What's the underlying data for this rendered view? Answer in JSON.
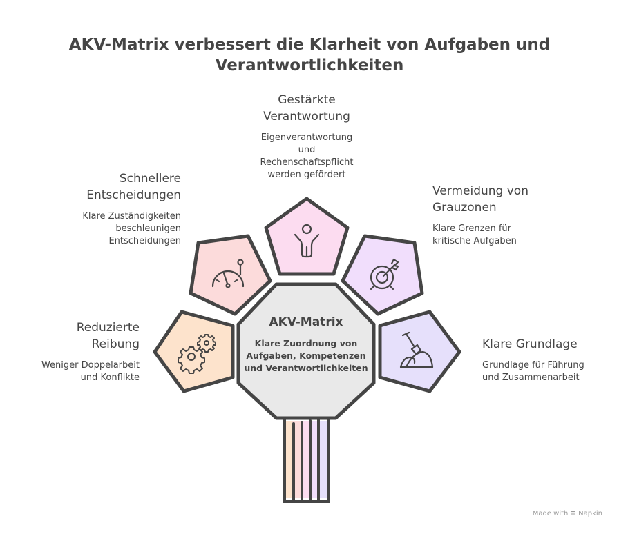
{
  "title": {
    "line1": "AKV-Matrix verbessert die Klarheit von Aufgaben und",
    "line2": "Verantwortlichkeiten"
  },
  "center": {
    "heading": "AKV-Matrix",
    "description": "Klare Zuordnung von Aufgaben, Kompetenzen und Verantwortlichkeiten",
    "fill": "#e9e9e9"
  },
  "items": [
    {
      "id": "reduzierte-reibung",
      "heading_lines": [
        "Reduzierte",
        "Reibung"
      ],
      "description_lines": [
        "Weniger Doppelarbeit",
        "und Konflikte"
      ],
      "icon": "gears-icon",
      "fill": "#fde3cc"
    },
    {
      "id": "schnellere-entscheidungen",
      "heading_lines": [
        "Schnellere",
        "Entscheidungen"
      ],
      "description_lines": [
        "Klare Zuständigkeiten",
        "beschleunigen",
        "Entscheidungen"
      ],
      "icon": "speedometer-icon",
      "fill": "#fcdbdb"
    },
    {
      "id": "gestaerkte-verantwortung",
      "heading_lines": [
        "Gestärkte",
        "Verantwortung"
      ],
      "description_lines": [
        "Eigenverantwortung",
        "und",
        "Rechenschaftspflicht",
        "werden gefördert"
      ],
      "icon": "person-arms-up-icon",
      "fill": "#fcdcf0"
    },
    {
      "id": "vermeidung-von-grauzonen",
      "heading_lines": [
        "Vermeidung von",
        "Grauzonen"
      ],
      "description_lines": [
        "Klare Grenzen für",
        "kritische Aufgaben"
      ],
      "icon": "target-arrow-icon",
      "fill": "#f1defc"
    },
    {
      "id": "klare-grundlage",
      "heading_lines": [
        "Klare Grundlage"
      ],
      "description_lines": [
        "Grundlage für Führung",
        "und Zusammenarbeit"
      ],
      "icon": "shovel-dirt-icon",
      "fill": "#e6e0fb"
    }
  ],
  "stem_colors": [
    "#fde3cc",
    "#fcdbdb",
    "#fcdcf0",
    "#f1defc",
    "#e6e0fb"
  ],
  "stroke_color": "#454545",
  "footer": {
    "text": "Made with",
    "brand": "Napkin"
  }
}
